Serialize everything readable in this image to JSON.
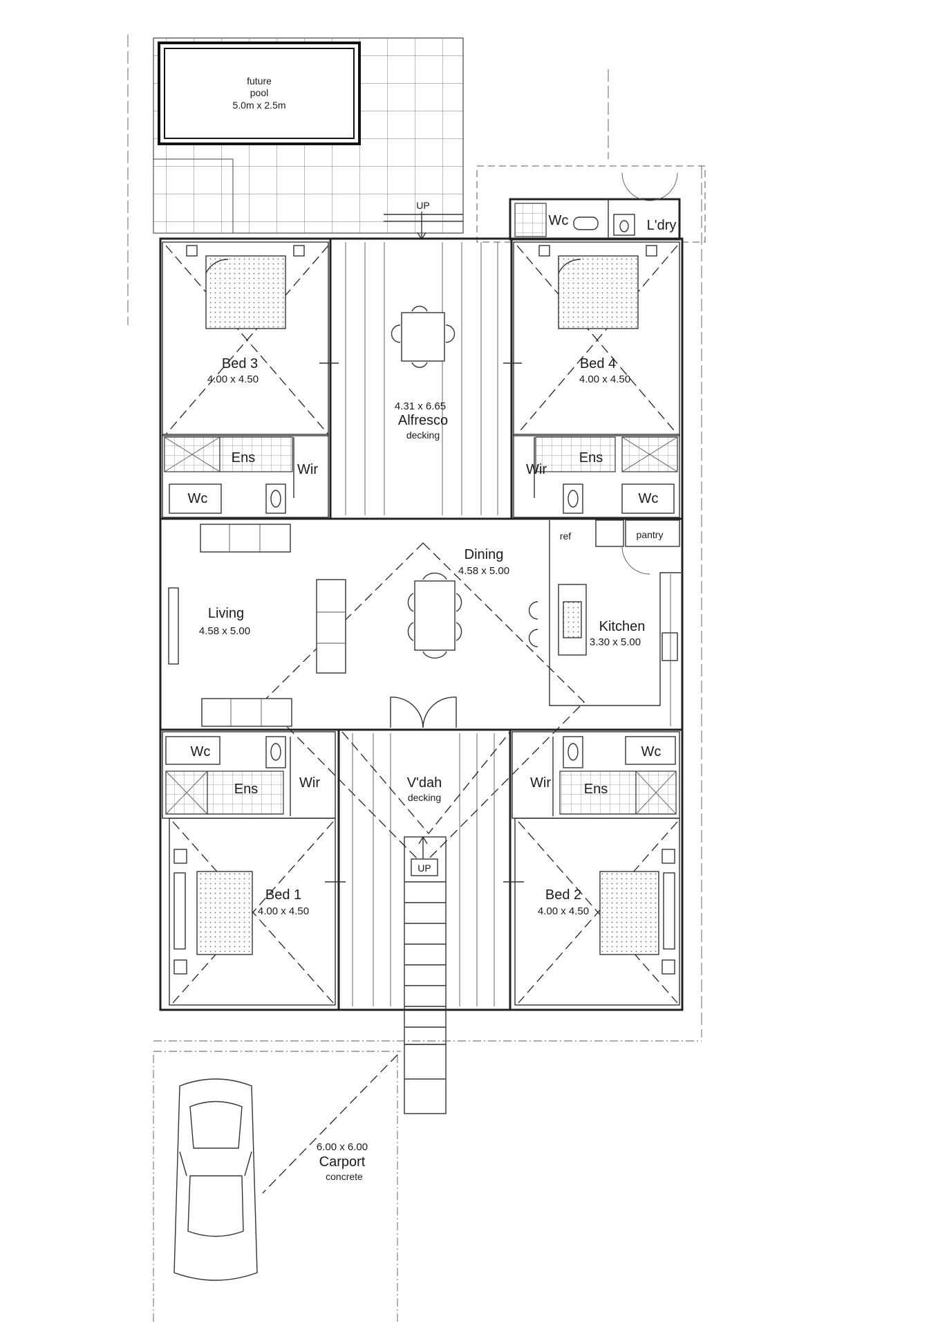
{
  "plan": {
    "pool": {
      "line1": "future",
      "line2": "pool",
      "line3": "5.0m x 2.5m"
    },
    "stairs_up_top": "UP",
    "stairs_up_bottom": "UP",
    "laundry_wc": "Wc",
    "laundry": "L'dry",
    "bed3": {
      "name": "Bed 3",
      "dims": "4.00 x 4.50"
    },
    "bed4": {
      "name": "Bed 4",
      "dims": "4.00 x 4.50"
    },
    "alfresco": {
      "dims": "4.31 x 6.65",
      "name": "Alfresco",
      "finish": "decking"
    },
    "ens_top_left": "Ens",
    "wir_top_left": "Wir",
    "wc_top_left": "Wc",
    "ens_top_right": "Ens",
    "wir_top_right": "Wir",
    "wc_top_right": "Wc",
    "ref": "ref",
    "pantry": "pantry",
    "dining": {
      "name": "Dining",
      "dims": "4.58 x 5.00"
    },
    "living": {
      "name": "Living",
      "dims": "4.58 x 5.00"
    },
    "kitchen": {
      "name": "Kitchen",
      "dims": "3.30 x 5.00"
    },
    "wc_bottom_left": "Wc",
    "ens_bottom_left": "Ens",
    "wir_bottom_left": "Wir",
    "verandah": {
      "name": "V'dah",
      "finish": "decking"
    },
    "wc_bottom_right": "Wc",
    "wir_bottom_right": "Wir",
    "ens_bottom_right": "Ens",
    "bed1": {
      "name": "Bed 1",
      "dims": "4.00 x 4.50"
    },
    "bed2": {
      "name": "Bed 2",
      "dims": "4.00 x 4.50"
    },
    "carport": {
      "dims": "6.00 x 6.00",
      "name": "Carport",
      "finish": "concrete"
    }
  }
}
